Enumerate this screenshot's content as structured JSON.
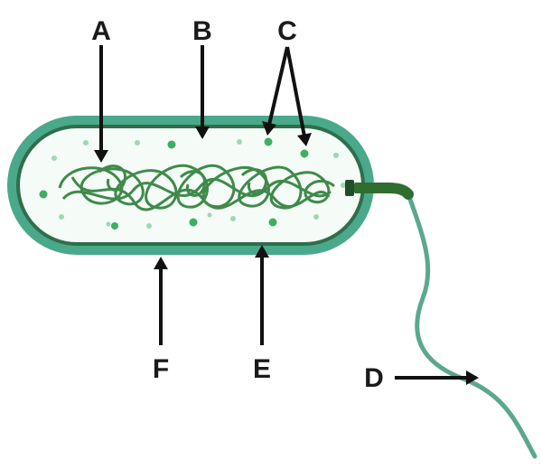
{
  "labels": {
    "a": "A",
    "b": "B",
    "c": "C",
    "d": "D",
    "e": "E",
    "f": "F"
  },
  "colors": {
    "cell_wall": "#4aa98a",
    "membrane": "#2f6e4c",
    "cytoplasm": "#f5fbf7",
    "dna": "#3f8a4a",
    "ribosome": "#3fae62",
    "ribosome_light": "#9fd7b0",
    "flagellum": "#5aa890",
    "hook": "#2e6e2e",
    "label_text": "#1a1a1a",
    "arrow": "#111111"
  }
}
